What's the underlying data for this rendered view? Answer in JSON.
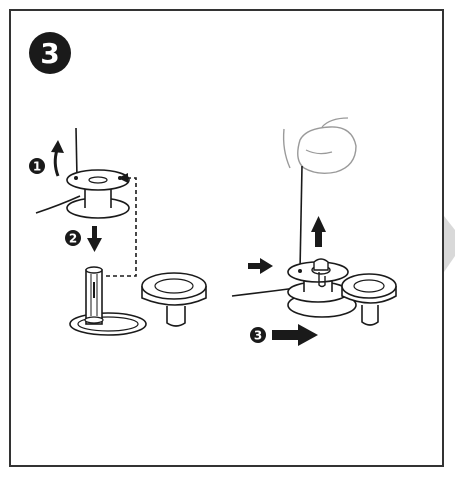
{
  "step": {
    "number": "3"
  },
  "markers": {
    "m1": "1",
    "m2": "2",
    "m3": "3"
  },
  "colors": {
    "ink": "#1a1a1a",
    "panel_border": "#333333",
    "next_arrow": "#d9d9d9"
  },
  "icons": {
    "next": "next-step-arrow-icon"
  }
}
